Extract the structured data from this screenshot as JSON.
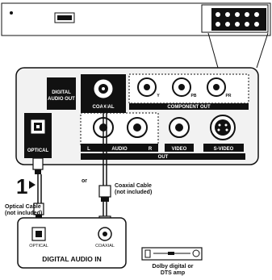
{
  "panel": {
    "digital_audio_out_line1": "DIGITAL",
    "digital_audio_out_line2": "AUDIO OUT",
    "coaxial_port": "COAXIAL",
    "optical_port": "OPTICAL",
    "component_out": "COMPONENT OUT",
    "audio_left": "L",
    "audio_center": "AUDIO",
    "audio_right": "R",
    "video": "VIDEO",
    "s_video": "S-VIDEO",
    "out": "OUT",
    "component_y": "Y",
    "component_pb": "PB",
    "component_pr": "PR"
  },
  "callouts": {
    "step_number": "1",
    "or": "or",
    "optical_cable_line1": "Optical Cable",
    "optical_cable_line2": "(not included)",
    "coaxial_cable_line1": "Coaxial Cable",
    "coaxial_cable_line2": "(not included)"
  },
  "amp_box": {
    "optical": "OPTICAL",
    "coaxial": "COAXIAL",
    "digital_audio_in": "DIGITAL AUDIO IN",
    "device_line1": "Dolby digital or",
    "device_line2": "DTS amp"
  },
  "colors": {
    "ink": "#111111",
    "paper": "#ffffff",
    "panel_fill": "#f2f2f2"
  }
}
